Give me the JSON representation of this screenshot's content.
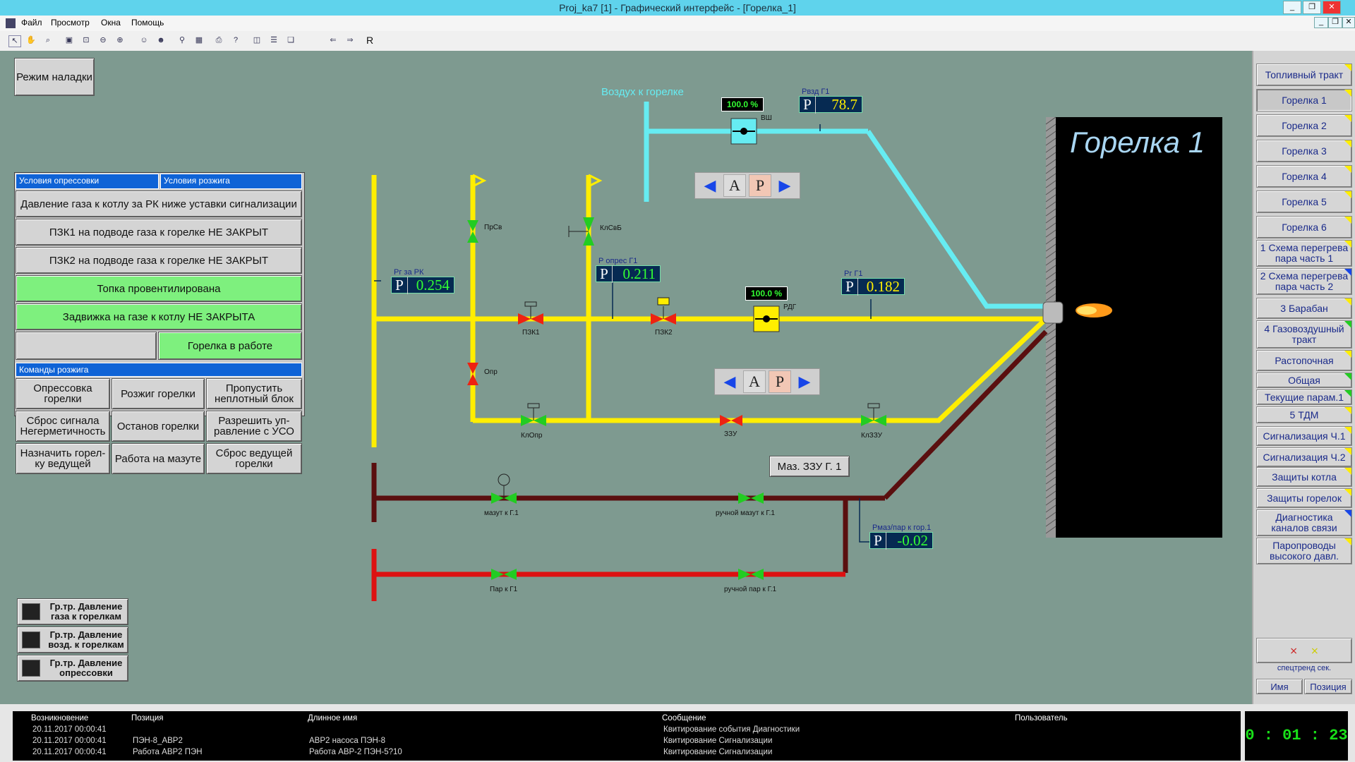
{
  "window": {
    "title": "Proj_ka7 [1] - Графический интерфейс - [Горелка_1]"
  },
  "menu": {
    "file": "Файл",
    "view": "Просмотр",
    "windows": "Окна",
    "help": "Помощь"
  },
  "toolbar": {
    "r": "R"
  },
  "mode_button": "Режим наладки",
  "conditions": {
    "tab_test": "Условия опрессовки",
    "tab_ignite": "Условия розжига",
    "items": [
      "Давление газа к котлу за РК ниже уставки сигнализации",
      "ПЗК1 на подводе газа к горелке НЕ ЗАКРЫТ",
      "ПЗК2 на подводе газа к горелке НЕ ЗАКРЫТ",
      "Топка провентилирована",
      "Задвижка на газе к котлу НЕ ЗАКРЫТА"
    ],
    "burner_status": "Горелка в работе"
  },
  "commands": {
    "header": "Команды розжига",
    "buttons": [
      "Опрессовка горелки",
      "Розжиг горелки",
      "Пропустить неплотный блок",
      "Сброс сигнала Негерметичность",
      "Останов горелки",
      "Разрешить уп-равление с УСО",
      "Назначить горел-ку ведущей",
      "Работа на мазуте",
      "Сброс ведущей горелки"
    ]
  },
  "trends": [
    "Гр.тр. Давление газа к горелкам",
    "Гр.тр. Давление возд. к горелкам",
    "Гр.тр. Давление опрессовки"
  ],
  "mnemo": {
    "air_label": "Воздух к горелке",
    "burner_title": "Горелка 1",
    "maz_button": "Маз. ЗЗУ Г. 1",
    "pressures": {
      "air": {
        "label": "Рвзд Г1",
        "p": "P",
        "value": "78.7"
      },
      "gas_after_rk": {
        "label": "Рг за РК",
        "p": "P",
        "value": "0.254"
      },
      "test": {
        "label": "Р опрес Г1",
        "p": "P",
        "value": "0.211"
      },
      "gas_g1": {
        "label": "Рг Г1",
        "p": "P",
        "value": "0.182"
      },
      "oil": {
        "label": "Рмаз/пар к гор.1",
        "p": "P",
        "value": "-0.02"
      }
    },
    "percent": {
      "vsh": "100.0 %",
      "rdg": "100.0 %"
    },
    "valves": {
      "vsh": "ВШ",
      "prsv": "ПрСв",
      "klsvb": "КлСвБ",
      "pzk1": "ПЗК1",
      "pzk2": "ПЗК2",
      "rdg": "РДГ",
      "opr": "Опр",
      "klopr": "КлОпр",
      "zzu": "ЗЗУ",
      "klzzu": "КлЗЗУ",
      "mazut": "мазут к Г.1",
      "manual_mazut": "ручной мазут к Г.1",
      "steam": "Пар к Г1",
      "manual_steam": "ручной пар к Г.1"
    },
    "ap": {
      "a": "А",
      "r": "Р"
    }
  },
  "nav": [
    "Топливный тракт",
    "Горелка 1",
    "Горелка 2",
    "Горелка 3",
    "Горелка 4",
    "Горелка 5",
    "Горелка 6",
    "1 Схема перегрева пара часть 1",
    "2 Схема перегрева пара часть 2",
    "3 Барабан",
    "4 Газовоздушный тракт",
    "Растопочная",
    "Общая",
    "Текущие парам.1",
    "5 ТДМ",
    "Сигнализация Ч.1",
    "Сигнализация Ч.2",
    "Защиты котла",
    "Защиты горелок",
    "Диагностика каналов связи",
    "Паропроводы высокого давл."
  ],
  "right_bottom": {
    "spectrend": "спецтренд сек.",
    "name_tab": "Имя",
    "position_tab": "Позиция"
  },
  "log": {
    "headers": {
      "time": "Возникновение",
      "position": "Позиция",
      "long_name": "Длинное имя",
      "message": "Сообщение",
      "user": "Пользователь"
    },
    "rows": [
      {
        "time": "20.11.2017 00:00:41",
        "position": "",
        "long_name": "",
        "message": "Квитирование события Диагностики"
      },
      {
        "time": "20.11.2017 00:00:41",
        "position": "ПЭН-8_АВР2",
        "long_name": "АВР2 насоса ПЭН-8",
        "message": "Квитирование Сигнализации"
      },
      {
        "time": "20.11.2017 00:00:41",
        "position": "Работа АВР2 ПЭН",
        "long_name": "Работа АВР-2 ПЭН-5?10",
        "message": "Квитирование Сигнализации"
      }
    ]
  },
  "clock": "0 : 01 : 23",
  "colors": {
    "canvas": "#7e9a90",
    "gas": "#ffee00",
    "air": "#66ecf2",
    "oil": "#5a0f0f",
    "steam": "#dd1111",
    "active": "#7ef07e"
  }
}
